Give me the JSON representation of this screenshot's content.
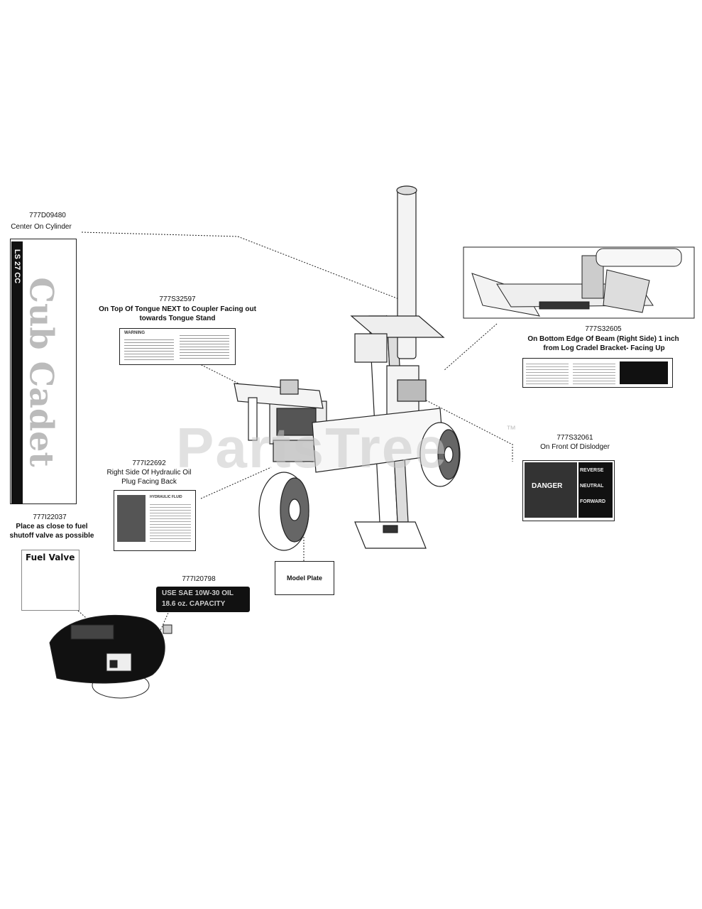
{
  "watermark": "PartsTree",
  "watermark_tm": "™",
  "labels": {
    "l1_part": "777D09480",
    "l1_desc": "Center On Cylinder",
    "l2_part": "777S32597",
    "l2_desc1": "On Top Of Tongue NEXT to Coupler Facing out",
    "l2_desc2": "towards Tongue Stand",
    "l3_part": "777S32605",
    "l3_desc1": "On Bottom Edge Of Beam (Right Side) 1 inch",
    "l3_desc2": "from Log Cradel Bracket- Facing Up",
    "l4_part": "777S32061",
    "l4_desc": "On Front Of Dislodger",
    "l5_part": "777I22692",
    "l5_desc1": "Right Side Of Hydraulic Oil",
    "l5_desc2": "Plug Facing Back",
    "l6_part": "777I22037",
    "l6_desc1": "Place as close to fuel",
    "l6_desc2": "shutoff valve as possible",
    "l7_part": "777I20798"
  },
  "decals": {
    "warning_title": "WARNING",
    "fuel_valve": "Fuel Valve",
    "hydraulic_title": "HYDRAULIC FLUID",
    "dislodger_reverse": "REVERSE",
    "dislodger_neutral": "NEUTRAL",
    "dislodger_forward": "FORWARD",
    "dislodger_danger": "DANGER",
    "oil_line1": "USE SAE 10W-30 OIL",
    "oil_line2": "18.6 oz. CAPACITY",
    "cylinder_brand": "Cub Cadet",
    "cylinder_model": "LS 27 CC"
  },
  "model_plate": "Model Plate"
}
